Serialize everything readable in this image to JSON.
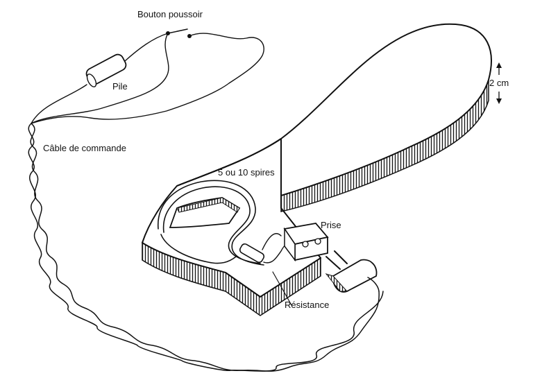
{
  "labels": {
    "bouton": "Bouton poussoir",
    "pile": "Pile",
    "cable": "Câble de commande",
    "spires": "5 ou 10 spires",
    "prise": "Prise",
    "resistance": "Résistance",
    "epaisseur": "2 cm"
  }
}
